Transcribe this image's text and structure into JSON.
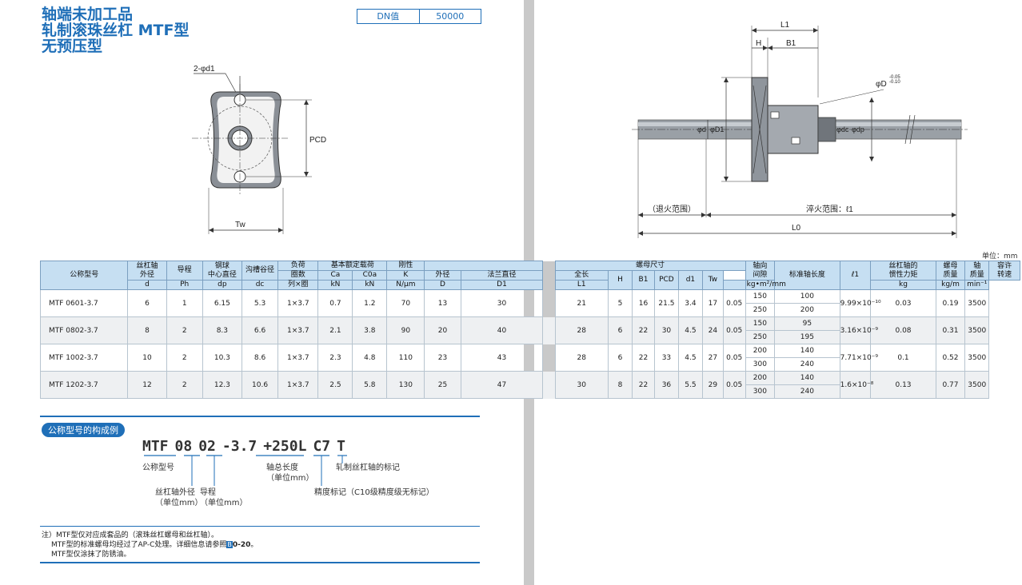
{
  "header": {
    "title_lines": [
      "轴端未加工品",
      "轧制滚珠丝杠 MTF型",
      "无预压型"
    ],
    "dn_label": "DN值",
    "dn_value": "50000"
  },
  "left_drawing": {
    "hole_label": "2-φd1",
    "pcd_label": "PCD",
    "tw_label": "Tw"
  },
  "right_drawing": {
    "l1_label": "L1",
    "h_label": "H",
    "b1_label": "B1",
    "d_flange_label": "φD",
    "d_tol_top": "-0.05",
    "d_tol_bottom": "-0.10",
    "d_shaft_label": "φd",
    "d1_label": "φD1",
    "dc_label": "φdc",
    "dp_label": "φdp",
    "anneal_label": "（退火范围）",
    "quench_label": "淬火范围：ℓ1",
    "l0_label": "L0"
  },
  "table": {
    "unit_label": "单位：mm",
    "headers": {
      "model": "公称型号",
      "shaft_dia": "丝杠轴\n外径",
      "lead": "导程",
      "ball_pcd": "钢球\n中心直径",
      "groove": "沟槽谷径",
      "load_title": "负荷",
      "load_sub1": "圈数",
      "load_sub2": "列×圈",
      "rated_title": "基本额定载荷",
      "ca": "Ca",
      "coa": "C0a",
      "kn1": "kN",
      "kn2": "kN",
      "rigidity": "刚性",
      "k": "K",
      "k_unit": "N/μm",
      "nut_title": "螺母尺寸",
      "outer": "外径",
      "flange": "法兰直径",
      "D": "D",
      "D1": "D1",
      "length": "全长",
      "L1": "L1",
      "H": "H",
      "B1": "B1",
      "PCD": "PCD",
      "d1": "d1",
      "Tw": "Tw",
      "backlash": "轴向\n间隙",
      "std_len": "标准轴长度",
      "l1": "ℓ1",
      "inertia": "丝杠轴的\n惯性力矩",
      "inertia_unit": "kg•m²/mm",
      "nut_mass": "螺母\n质量",
      "nut_mass_unit": "kg",
      "shaft_mass": "轴\n质量",
      "shaft_mass_unit": "kg/m",
      "speed": "容许\n转速",
      "speed_unit": "min⁻¹",
      "d": "d",
      "Ph": "Ph",
      "dp": "dp",
      "dc": "dc"
    },
    "rows": [
      {
        "model": "MTF  0601-3.7",
        "d": "6",
        "ph": "1",
        "dp": "6.15",
        "dc": "5.3",
        "turns": "1×3.7",
        "ca": "0.7",
        "coa": "1.2",
        "k": "70",
        "D": "13",
        "D1": "30",
        "L1": "21",
        "H": "5",
        "B1": "16",
        "PCD": "21.5",
        "d1": "3.4",
        "Tw": "17",
        "backlash": "0.05",
        "lengths": [
          "150",
          "250"
        ],
        "l1": [
          "100",
          "200"
        ],
        "inertia": "9.99×10⁻¹⁰",
        "nut_mass": "0.03",
        "shaft_mass": "0.19",
        "speed": "3500"
      },
      {
        "model": "MTF  0802-3.7",
        "d": "8",
        "ph": "2",
        "dp": "8.3",
        "dc": "6.6",
        "turns": "1×3.7",
        "ca": "2.1",
        "coa": "3.8",
        "k": "90",
        "D": "20",
        "D1": "40",
        "L1": "28",
        "H": "6",
        "B1": "22",
        "PCD": "30",
        "d1": "4.5",
        "Tw": "24",
        "backlash": "0.05",
        "lengths": [
          "150",
          "250"
        ],
        "l1": [
          "95",
          "195"
        ],
        "inertia": "3.16×10⁻⁹",
        "nut_mass": "0.08",
        "shaft_mass": "0.31",
        "speed": "3500"
      },
      {
        "model": "MTF  1002-3.7",
        "d": "10",
        "ph": "2",
        "dp": "10.3",
        "dc": "8.6",
        "turns": "1×3.7",
        "ca": "2.3",
        "coa": "4.8",
        "k": "110",
        "D": "23",
        "D1": "43",
        "L1": "28",
        "H": "6",
        "B1": "22",
        "PCD": "33",
        "d1": "4.5",
        "Tw": "27",
        "backlash": "0.05",
        "lengths": [
          "200",
          "300"
        ],
        "l1": [
          "140",
          "240"
        ],
        "inertia": "7.71×10⁻⁹",
        "nut_mass": "0.1",
        "shaft_mass": "0.52",
        "speed": "3500"
      },
      {
        "model": "MTF  1202-3.7",
        "d": "12",
        "ph": "2",
        "dp": "12.3",
        "dc": "10.6",
        "turns": "1×3.7",
        "ca": "2.5",
        "coa": "5.8",
        "k": "130",
        "D": "25",
        "D1": "47",
        "L1": "30",
        "H": "8",
        "B1": "22",
        "PCD": "36",
        "d1": "5.5",
        "Tw": "29",
        "backlash": "0.05",
        "lengths": [
          "200",
          "300"
        ],
        "l1": [
          "140",
          "240"
        ],
        "inertia": "1.6×10⁻⁸",
        "nut_mass": "0.13",
        "shaft_mass": "0.77",
        "speed": "3500"
      }
    ]
  },
  "composition": {
    "badge": "公称型号的构成例",
    "parts": [
      "MTF",
      "08",
      "02",
      "-3.7",
      "+250L",
      "C7",
      "T"
    ],
    "label_model": "公称型号",
    "label_shaft": "丝杠轴外径\n（单位mm）",
    "label_lead": "导程\n（单位mm）",
    "label_length": "轴总长度\n（单位mm）",
    "label_accuracy": "精度标记（C10级精度级无标记）",
    "label_rolled": "轧制丝杠轴的标记"
  },
  "notes": {
    "line1": "注）MTF型仅对应成套品的（滚珠丝杠螺母和丝杠轴）。",
    "line2_prefix": "MTF型的标准螺母均经过了AP-C处理。详细信息请参照",
    "line2_mark": "B",
    "line2_ref": "0-20",
    "line2_suffix": "。",
    "line3": "MTF型仅涂抹了防锈油。"
  }
}
